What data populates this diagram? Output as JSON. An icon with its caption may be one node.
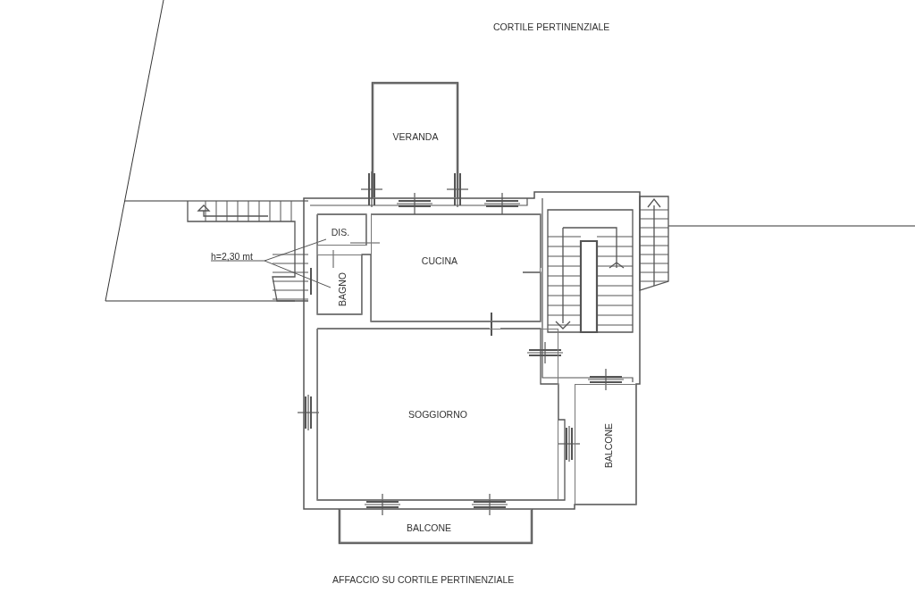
{
  "diagram": {
    "nodes": [
      {
        "text": [
          "VERANDA"
        ]
      },
      {
        "text": [
          "DIS."
        ]
      },
      {
        "text": [
          "CUCINA"
        ]
      },
      {
        "text": [
          "BAGNO"
        ]
      },
      {
        "text": [
          "SOGGIORNO"
        ]
      },
      {
        "text": [
          "BALCONE"
        ]
      },
      {
        "text": [
          "BALCONE"
        ]
      }
    ],
    "edges": [],
    "labels": [
      "CORTILE PERTINENZIALE",
      "h=2,30 mt",
      "AFFACCIO SU CORTILE PERTINENZIALE"
    ]
  }
}
